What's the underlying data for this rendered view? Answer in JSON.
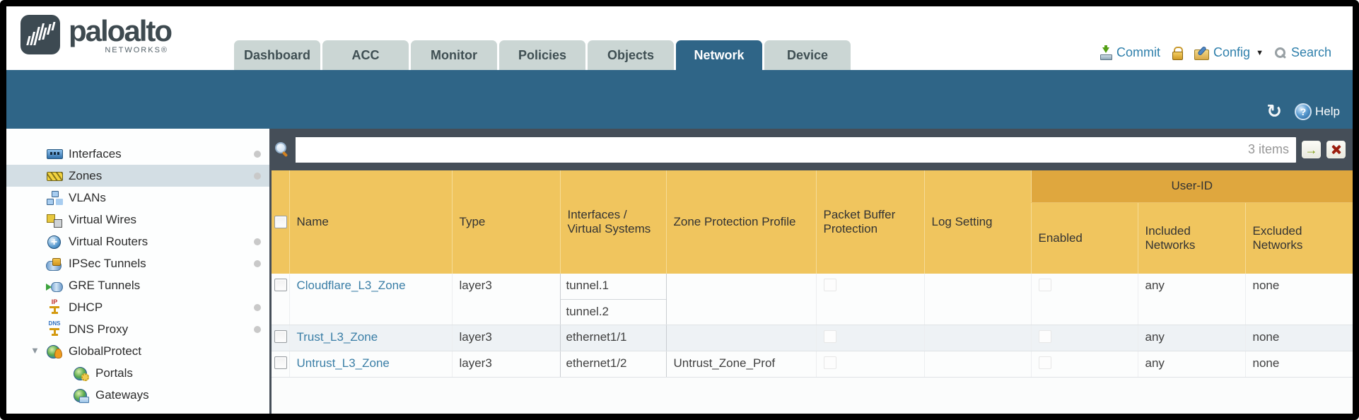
{
  "header": {
    "brand": {
      "name": "paloalto",
      "networks": "NETWORKS®"
    },
    "tabs": [
      {
        "label": "Dashboard",
        "active": false
      },
      {
        "label": "ACC",
        "active": false
      },
      {
        "label": "Monitor",
        "active": false
      },
      {
        "label": "Policies",
        "active": false
      },
      {
        "label": "Objects",
        "active": false
      },
      {
        "label": "Network",
        "active": true
      },
      {
        "label": "Device",
        "active": false
      }
    ],
    "actions": {
      "commit": "Commit",
      "config": "Config",
      "search": "Search"
    }
  },
  "toolbar": {
    "help": "Help"
  },
  "sidebar": {
    "items": [
      {
        "label": "Interfaces",
        "icon": "interfaces-icon",
        "dot": true
      },
      {
        "label": "Zones",
        "icon": "zones-icon",
        "dot": true,
        "selected": true
      },
      {
        "label": "VLANs",
        "icon": "vlans-icon"
      },
      {
        "label": "Virtual Wires",
        "icon": "virtual-wires-icon"
      },
      {
        "label": "Virtual Routers",
        "icon": "virtual-routers-icon",
        "dot": true
      },
      {
        "label": "IPSec Tunnels",
        "icon": "ipsec-tunnels-icon",
        "dot": true
      },
      {
        "label": "GRE Tunnels",
        "icon": "gre-tunnels-icon"
      },
      {
        "label": "DHCP",
        "icon": "dhcp-icon",
        "dot": true
      },
      {
        "label": "DNS Proxy",
        "icon": "dns-proxy-icon",
        "dot": true
      },
      {
        "label": "GlobalProtect",
        "icon": "globalprotect-icon",
        "expanded": true
      },
      {
        "label": "Portals",
        "icon": "portals-icon",
        "indent": true
      },
      {
        "label": "Gateways",
        "icon": "gateways-icon",
        "indent": true
      }
    ]
  },
  "filter": {
    "count": "3 items",
    "query": ""
  },
  "table": {
    "columns": [
      "",
      "Name",
      "Type",
      "Interfaces / Virtual Systems",
      "Zone Protection Profile",
      "Packet Buffer Protection",
      "Log Setting"
    ],
    "group": {
      "label": "User-ID",
      "columns": [
        "Enabled",
        "Included Networks",
        "Excluded Networks"
      ]
    },
    "rows": [
      {
        "name": "Cloudflare_L3_Zone",
        "type": "layer3",
        "interfaces": [
          "tunnel.1",
          "tunnel.2"
        ],
        "zone_protection_profile": "",
        "packet_buffer_protection": false,
        "log_setting": "",
        "user_id_enabled": false,
        "included_networks": "any",
        "excluded_networks": "none"
      },
      {
        "name": "Trust_L3_Zone",
        "type": "layer3",
        "interfaces": [
          "ethernet1/1"
        ],
        "zone_protection_profile": "",
        "packet_buffer_protection": false,
        "log_setting": "",
        "user_id_enabled": false,
        "included_networks": "any",
        "excluded_networks": "none"
      },
      {
        "name": "Untrust_L3_Zone",
        "type": "layer3",
        "interfaces": [
          "ethernet1/2"
        ],
        "zone_protection_profile": "Untrust_Zone_Prof",
        "packet_buffer_protection": false,
        "log_setting": "",
        "user_id_enabled": false,
        "included_networks": "any",
        "excluded_networks": "none"
      }
    ]
  }
}
